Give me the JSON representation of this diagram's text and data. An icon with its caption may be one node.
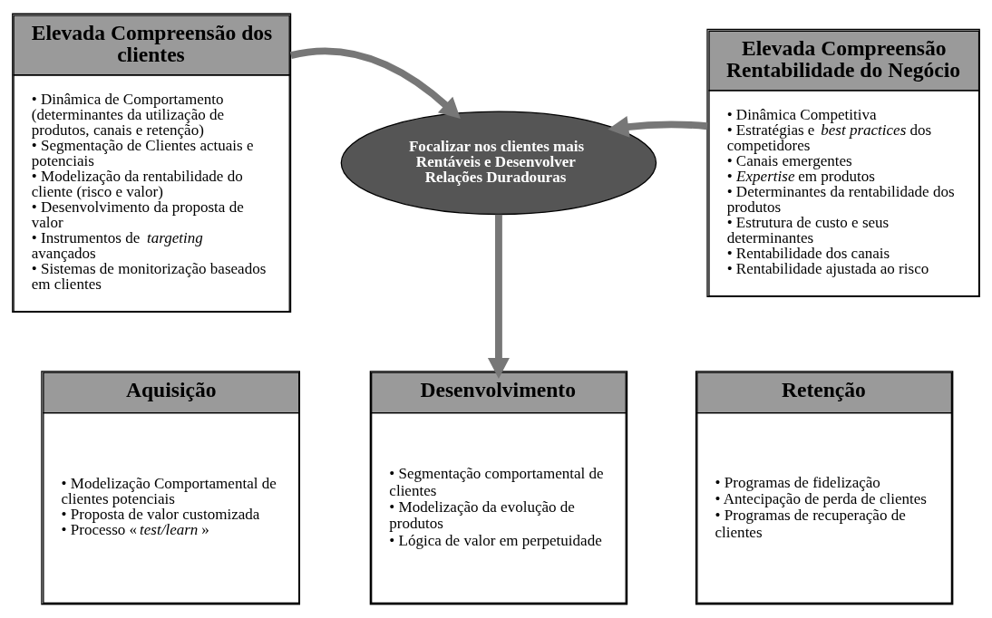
{
  "diagram": {
    "nodes": [
      {
        "text": [
          "Elevada Compreensão dos clientes",
          "• Dinâmica de Comportamento (determinantes da utilização de produtos, canais e retenção)",
          "• Segmentação de Clientes actuais e potenciais",
          "• Modelização da rentabilidade do cliente (risco e valor)",
          "• Desenvolvimento da proposta de valor",
          "• Instrumentos de *targeting* avançados",
          "• Sistemas de monitorização baseados em clientes"
        ]
      },
      {
        "text": [
          "Elevada Compreensão Rentabilidade do Negócio",
          "• Dinâmica Competitiva",
          "• Estratégias e *best practices* dos competidores",
          "• Canais emergentes",
          "• *Expertise* em produtos",
          "• Determinantes da rentabilidade dos produtos",
          "• Estrutura de custo e seus determinantes",
          "• Rentabilidade dos canais",
          "• Rentabilidade ajustada ao risco"
        ]
      },
      {
        "text": [
          "Focalizar nos clientes mais Rentáveis e Desenvolver Relações Duradouras"
        ]
      },
      {
        "text": [
          "Aquisição",
          "• Modelização Comportamental de clientes potenciais",
          "• Proposta de valor customizada",
          "• Processo «*test/learn*»"
        ]
      },
      {
        "text": [
          "Desenvolvimento",
          "• Segmentação comportamental de clientes",
          "• Modelização da evolução de produtos",
          "• Lógica de valor em perpetuidade"
        ]
      },
      {
        "text": [
          "Retenção",
          "• Programas de fidelização",
          "• Antecipação de perda de clientes",
          "• Programas de recuperação de clientes"
        ]
      }
    ],
    "edges": [
      {
        "from": 0,
        "to": 2,
        "arrow": "to"
      },
      {
        "from": 1,
        "to": 2,
        "arrow": "to"
      },
      {
        "from": 2,
        "to": 4,
        "arrow": "to"
      }
    ]
  }
}
